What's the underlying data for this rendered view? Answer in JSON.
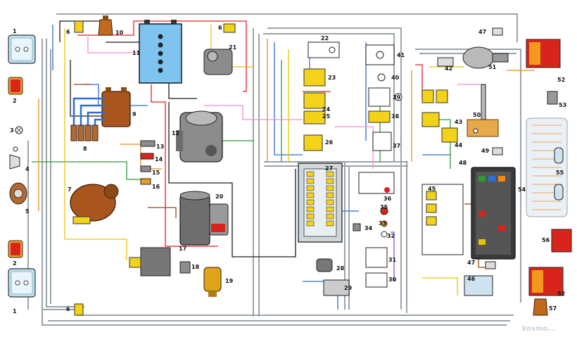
{
  "diagram": {
    "watermark": "kosmo...",
    "component_labels": [
      "1",
      "2",
      "3",
      "4",
      "5",
      "6",
      "7",
      "8",
      "9",
      "10",
      "11",
      "12",
      "13",
      "14",
      "15",
      "16",
      "17",
      "18",
      "19",
      "20",
      "21",
      "22",
      "23",
      "24",
      "25",
      "26",
      "27",
      "28",
      "29",
      "30",
      "31",
      "32",
      "33",
      "34",
      "35",
      "36",
      "37",
      "38",
      "39",
      "40",
      "41",
      "42",
      "43",
      "44",
      "45",
      "46",
      "47",
      "48",
      "49",
      "50",
      "51",
      "52",
      "53",
      "54",
      "55",
      "56",
      "57"
    ],
    "component_icons": {
      "headlight": "headlight-icon",
      "side_repeater": "side-repeater-icon",
      "horn": "horn-icon",
      "distributor": "distributor-icon",
      "spark_plug": "spark-plug-icon",
      "ignition_coil": "ignition-coil-icon",
      "battery": "battery-icon",
      "wiper_motor": "wiper-motor-icon",
      "generator": "generator-icon",
      "starter": "starter-icon",
      "fuse_block": "fuse-block-icon",
      "instrument_cluster": "instrument-cluster-icon",
      "rear_lamp": "rear-lamp-icon",
      "heated_rear_window": "heated-rear-window-icon"
    },
    "colors": {
      "wire_black": "#1a1a1a",
      "wire_red": "#e32222",
      "wire_blue": "#2a6fd6",
      "wire_green": "#2e9a36",
      "wire_yellow": "#e8c400",
      "wire_orange": "#f08a1a",
      "wire_pink": "#f08fd0",
      "wire_brown": "#8a4b16",
      "wire_grey": "#9aa4ab",
      "wire_violet": "#8d4fc9",
      "lamp_red": "#d9241b",
      "lamp_orange": "#f39a1e",
      "component_brown": "#a9551e",
      "component_grey": "#8c8c8c",
      "battery_blue": "#7ec4ee",
      "connector_yellow": "#f3d21a"
    }
  }
}
